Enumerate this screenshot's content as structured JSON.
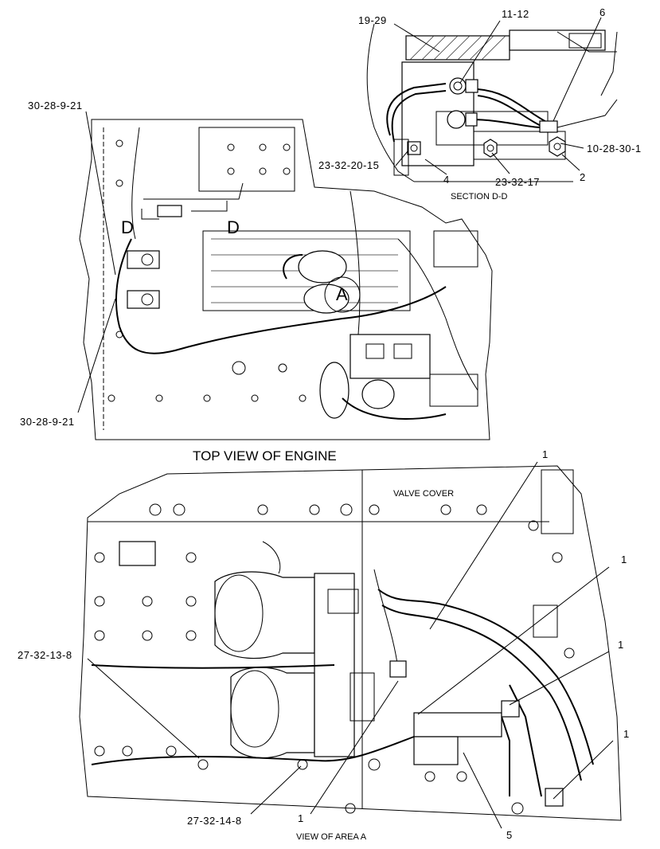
{
  "captions": {
    "top_view": "TOP VIEW OF ENGINE",
    "section": "SECTION  D-D",
    "view_area": "VIEW OF AREA  A",
    "valve_cover": "VALVE COVER"
  },
  "markers": {
    "section_left": "D",
    "section_right": "D",
    "area": "A"
  },
  "callouts": {
    "c_19_29": "19-29",
    "c_11_12": "11-12",
    "c_6": "6",
    "c_10_28_30_1": "10-28-30-1",
    "c_23_32_20_15": "23-32-20-15",
    "c_4": "4",
    "c_23_32_17": "23-32-17",
    "c_2": "2",
    "c_30_28_9_21_top": "30-28-9-21",
    "c_30_28_9_21_bottom": "30-28-9-21",
    "c_1_a": "1",
    "c_1_b": "1",
    "c_1_c": "1",
    "c_1_d": "1",
    "c_1_e": "1",
    "c_27_32_13_8": "27-32-13-8",
    "c_27_32_14_8": "27-32-14-8",
    "c_5": "5"
  }
}
